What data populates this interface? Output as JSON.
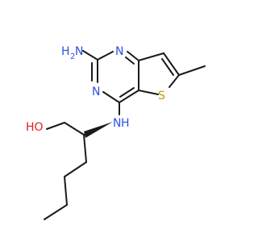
{
  "atom_labels": {
    "amine_n": "H",
    "amine_h2": "2",
    "amine_n_letter": "N",
    "ring_n1": "N",
    "ring_n3": "N",
    "ring_s": "S",
    "nh_n": "N",
    "nh_h": "H",
    "hydroxyl": "HO"
  },
  "colors": {
    "nitrogen": "#3050e0",
    "sulfur": "#b8a000",
    "oxygen": "#e02020",
    "bond": "#1a1a1a"
  }
}
